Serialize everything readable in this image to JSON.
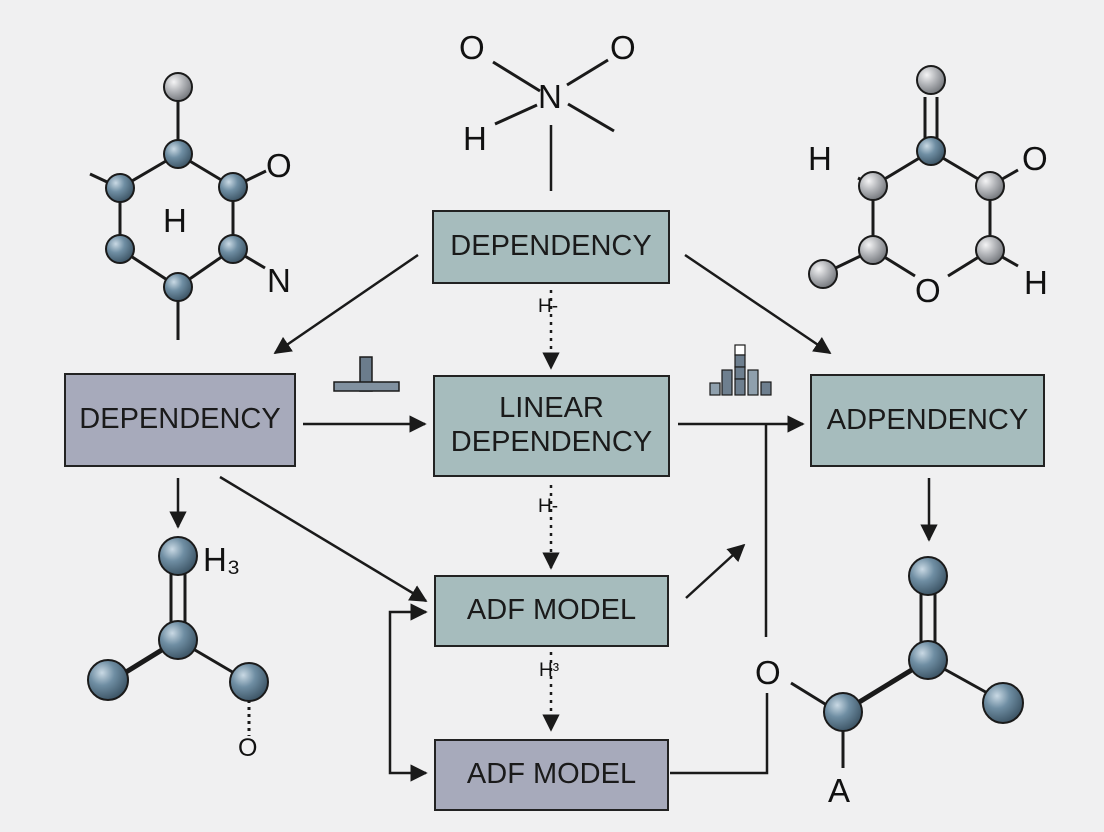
{
  "boxes": {
    "top_dependency": "DEPENDENCY",
    "left_dependency": "DEPENDENCY",
    "linear_line1": "LINEAR",
    "linear_line2": "DEPENDENCY",
    "adpendency": "ADPENDENCY",
    "adf_model_upper": "ADF MODEL",
    "adf_model_lower": "ADF MODEL"
  },
  "connector_labels": {
    "top_to_linear": "H-",
    "linear_to_adf": "H-",
    "adf_to_adf": "H³"
  },
  "molecules": {
    "nitro": {
      "o_left": "O",
      "o_right": "O",
      "n": "N",
      "h": "H"
    },
    "left_ring": {
      "h": "H",
      "o": "O",
      "n": "N"
    },
    "right_ring": {
      "h_left": "H",
      "o_right": "O",
      "o_bottom": "O",
      "h_bottom": "H"
    },
    "left_bottom": {
      "h3": "H₃",
      "o": "O"
    },
    "right_bottom": {
      "o": "O",
      "a": "A"
    }
  },
  "colors": {
    "background": "#f0f0f1",
    "teal_box": "#a6bcbd",
    "slate_box": "#a7aabb",
    "atom_blue": "#5f7d92",
    "atom_gray": "#a9abae",
    "line": "#1a1a1a"
  }
}
